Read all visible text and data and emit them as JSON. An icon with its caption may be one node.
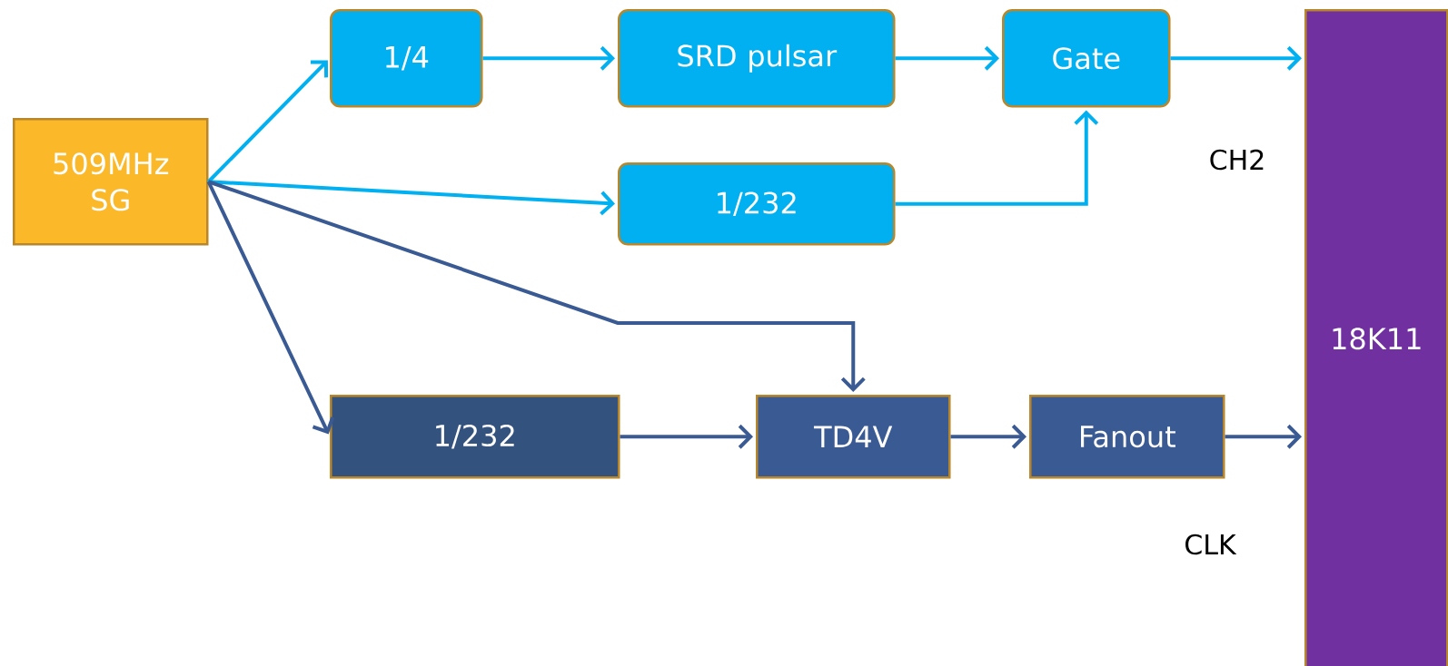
{
  "diagram": {
    "nodes": [
      {
        "text": [
          "509MHz SG"
        ]
      },
      {
        "text": [
          "1/4"
        ]
      },
      {
        "text": [
          "SRD pulsar"
        ]
      },
      {
        "text": [
          "Gate"
        ]
      },
      {
        "text": [
          "1/232"
        ]
      },
      {
        "text": [
          "1/232"
        ]
      },
      {
        "text": [
          "TD4V"
        ]
      },
      {
        "text": [
          "Fanout"
        ]
      },
      {
        "text": [
          "18K11"
        ]
      }
    ],
    "edges": [
      {
        "from": 0,
        "to": 1,
        "arrow": "to"
      },
      {
        "from": 1,
        "to": 2,
        "arrow": "to"
      },
      {
        "from": 2,
        "to": 3,
        "arrow": "to"
      },
      {
        "from": 3,
        "to": 8,
        "arrow": "to"
      },
      {
        "from": 0,
        "to": 4,
        "arrow": "to"
      },
      {
        "from": 4,
        "to": 3,
        "arrow": "to"
      },
      {
        "from": 0,
        "to": 6,
        "arrow": "to",
        "color": "#3a5a93"
      },
      {
        "from": 0,
        "to": 5,
        "arrow": "to",
        "color": "#3a5a93"
      },
      {
        "from": 5,
        "to": 6,
        "arrow": "to",
        "color": "#3a5a93"
      },
      {
        "from": 6,
        "to": 7,
        "arrow": "to",
        "color": "#3a5a93"
      },
      {
        "from": 7,
        "to": 8,
        "arrow": "to",
        "color": "#3a5a93"
      }
    ],
    "labels": [
      "CH2",
      "CLK"
    ]
  }
}
